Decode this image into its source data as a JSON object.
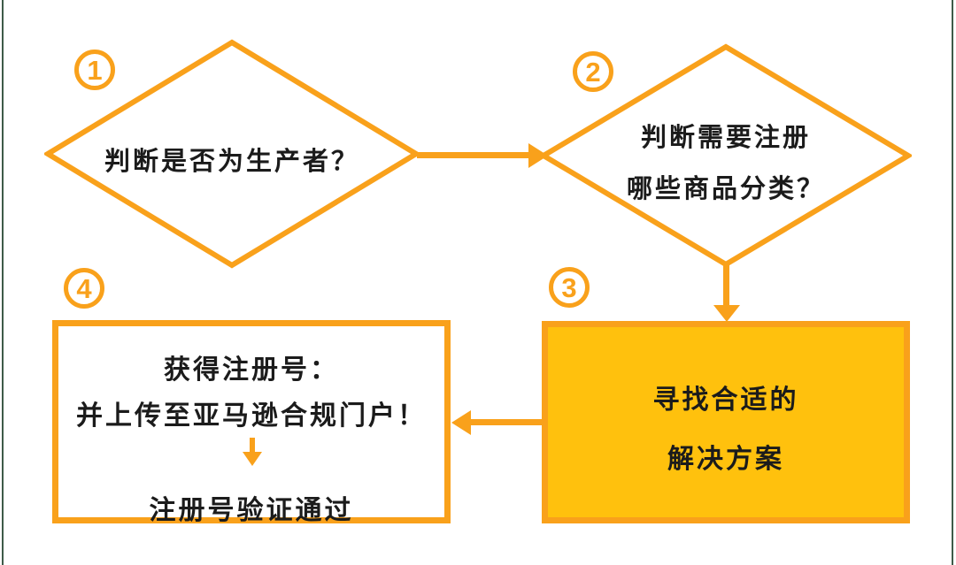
{
  "colors": {
    "outline_orange": "#F9A11B",
    "fill_gold": "#FFC10D",
    "edge_green": "#3E5B49",
    "text_black": "#1b1b1b"
  },
  "flow": {
    "step1": {
      "badge": "1",
      "label": "判断是否为生产者？"
    },
    "step2": {
      "badge": "2",
      "line1": "判断需要注册",
      "line2": "哪些商品分类？"
    },
    "step3": {
      "badge": "3",
      "line1": "寻找合适的",
      "line2": "解决方案"
    },
    "step4": {
      "badge": "4",
      "line1": "获得注册号：",
      "line2": "并上传至亚马逊合规门户！",
      "line3": "注册号验证通过"
    }
  },
  "edges": [
    {
      "from": "step1",
      "to": "step2",
      "direction": "right"
    },
    {
      "from": "step2",
      "to": "step3",
      "direction": "down"
    },
    {
      "from": "step3",
      "to": "step4",
      "direction": "left"
    },
    {
      "from": "step4-line2",
      "to": "step4-line3",
      "direction": "down"
    }
  ]
}
